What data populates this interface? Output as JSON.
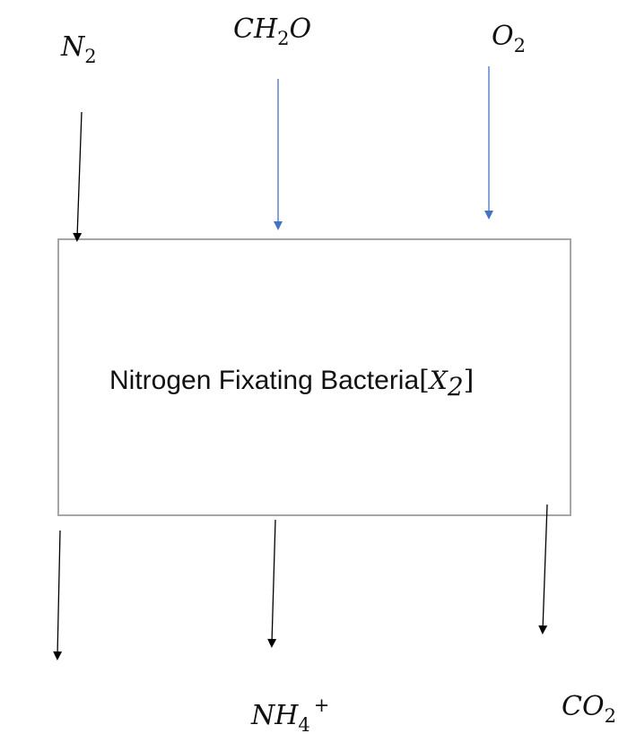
{
  "diagram": {
    "box": {
      "label_text": "Nitrogen Fixating Bacteria",
      "label_open_bracket": "[",
      "label_var": "X",
      "label_var_sub": "2",
      "label_close_bracket": "]"
    },
    "inputs": [
      {
        "id": "n2",
        "base": "N",
        "sub": "2",
        "sup": ""
      },
      {
        "id": "ch2o",
        "base_a": "CH",
        "sub": "2",
        "base_b": "O"
      },
      {
        "id": "o2",
        "base": "O",
        "sub": "2",
        "sup": ""
      }
    ],
    "outputs": [
      {
        "id": "nh4",
        "base": "NH",
        "sub": "4",
        "sup": "+"
      },
      {
        "id": "co2",
        "base": "CO",
        "sub": "2",
        "sup": ""
      }
    ],
    "colors": {
      "box_stroke": "#a6a6a6",
      "black_arrow": "#000000",
      "blue_arrow": "#4472c4"
    }
  }
}
